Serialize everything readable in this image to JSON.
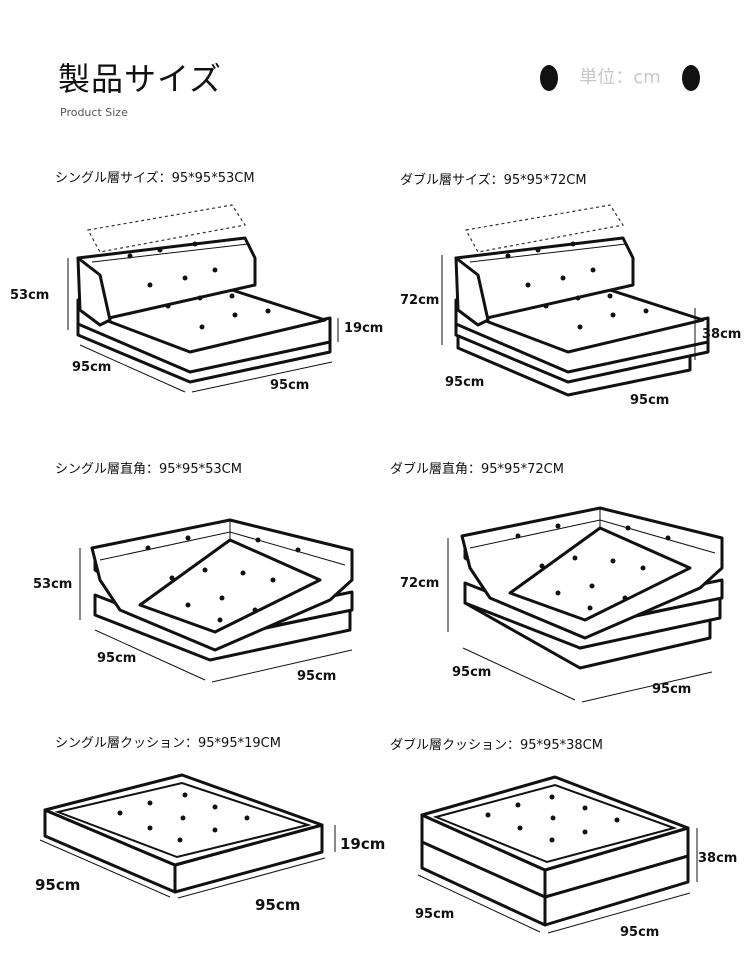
{
  "header": {
    "title": "製品サイズ",
    "subtitle": "Product Size",
    "unit": "単位：cm"
  },
  "panels": [
    {
      "title": "シングル層サイズ：95*95*53CM",
      "height": "53cm",
      "cushion": "19cm",
      "depth": "95cm",
      "width": "95cm"
    },
    {
      "title": "ダブル層サイズ：95*95*72CM",
      "height": "72cm",
      "cushion": "38cm",
      "depth": "95cm",
      "width": "95cm"
    },
    {
      "title": "シングル層直角：95*95*53CM",
      "height": "53cm",
      "depth": "95cm",
      "width": "95cm"
    },
    {
      "title": "ダブル層直角：95*95*72CM",
      "height": "72cm",
      "depth": "95cm",
      "width": "95cm"
    },
    {
      "title": "シングル層クッション：95*95*19CM",
      "cushion": "19cm",
      "depth": "95cm",
      "width": "95cm"
    },
    {
      "title": "ダブル層クッション：95*95*38CM",
      "cushion": "38cm",
      "depth": "95cm",
      "width": "95cm"
    }
  ]
}
